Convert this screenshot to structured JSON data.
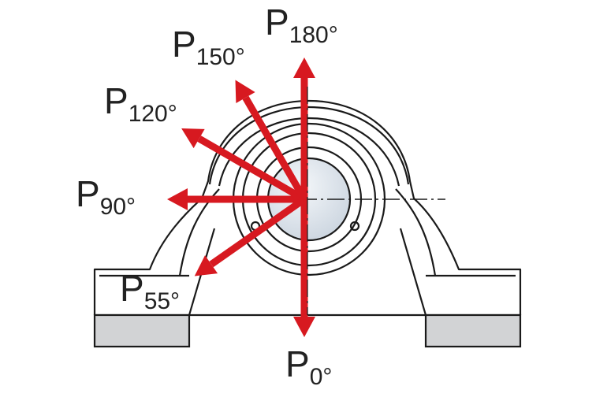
{
  "colors": {
    "arrow": "#d71920",
    "outline": "#1a1a1a",
    "base_fill": "#d2d3d5",
    "bore_fill": "#e4e9ef",
    "label": "#222222"
  },
  "load_directions": [
    {
      "name": "P",
      "angle": "0°",
      "degrees": 0
    },
    {
      "name": "P",
      "angle": "55°",
      "degrees": 55
    },
    {
      "name": "P",
      "angle": "90°",
      "degrees": 90
    },
    {
      "name": "P",
      "angle": "120°",
      "degrees": 120
    },
    {
      "name": "P",
      "angle": "150°",
      "degrees": 150
    },
    {
      "name": "P",
      "angle": "180°",
      "degrees": 180
    }
  ]
}
